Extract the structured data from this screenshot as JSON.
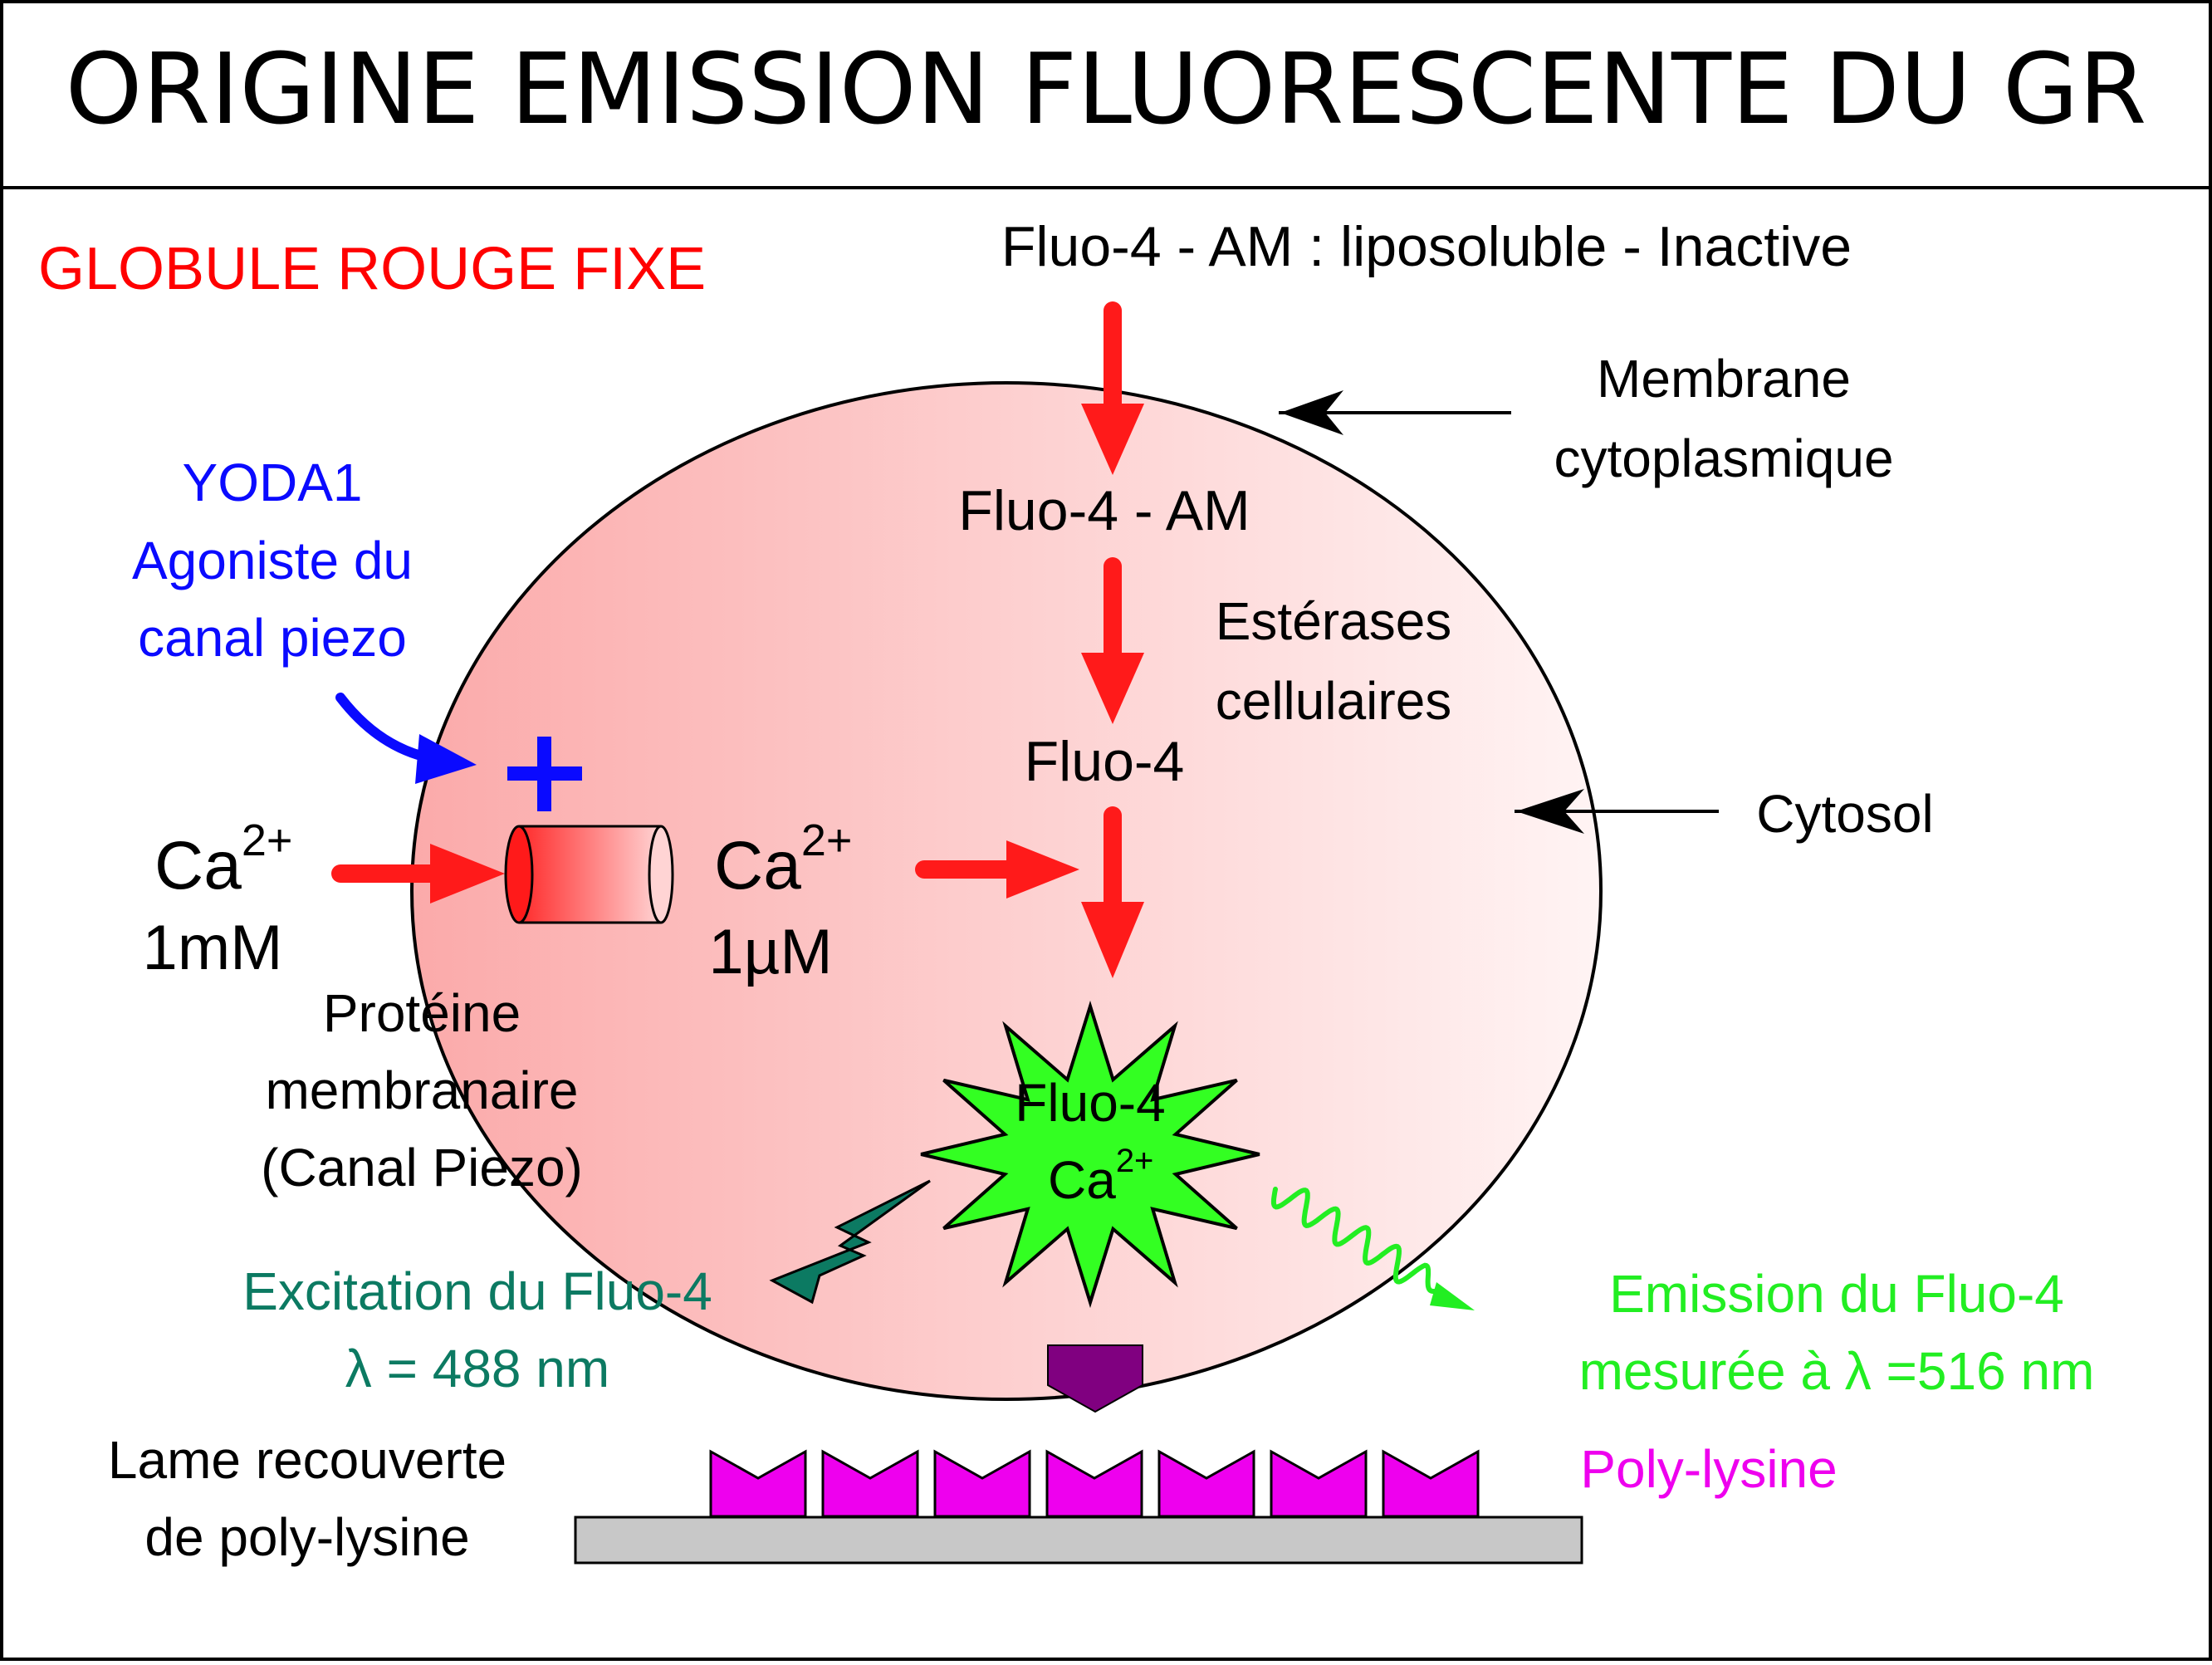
{
  "title": "ORIGINE EMISSION FLUORESCENTE DU GR",
  "subtitle": "GLOBULE ROUGE FIXE",
  "fluo_am_outside": "Fluo-4 - AM : liposoluble - Inactive",
  "fluo_am_inside": "Fluo-4 - AM",
  "esterases": {
    "line1": "Estérases",
    "line2": "cellulaires"
  },
  "fluo4": "Fluo-4",
  "complex": {
    "line1": "Fluo-4",
    "ca": "Ca",
    "charge": "2+"
  },
  "membrane_label": {
    "line1": "Membrane",
    "line2": "cytoplasmique"
  },
  "cytosol_label": "Cytosol",
  "yoda": {
    "line1": "YODA1",
    "line2": "Agoniste du",
    "line3": "canal piezo",
    "plus": "+"
  },
  "ca_outside": {
    "ion": "Ca",
    "charge": "2+",
    "conc": "1mM"
  },
  "ca_inside": {
    "ion": "Ca",
    "charge": "2+",
    "conc": "1µM"
  },
  "protein_label": {
    "line1": "Protéine",
    "line2": "membranaire",
    "line3": "(Canal Piezo)"
  },
  "excitation": {
    "line1": "Excitation du Fluo-4",
    "line2": "λ = 488 nm"
  },
  "emission": {
    "line1": "Emission du Fluo-4",
    "line2": "mesurée à λ =516 nm"
  },
  "slide_label": {
    "line1": "Lame recouverte",
    "line2": "de poly-lysine"
  },
  "polylysine_label": "Poly-lysine",
  "polylysine_count": 7,
  "colors": {
    "red_arrow": "#ff1a1a",
    "subtitle": "#ff0000",
    "yoda_blue": "#0a0aff",
    "excitation_teal": "#0c7a62",
    "emission_green": "#22ee22",
    "polylysine_magenta": "#ee00ee",
    "linker_purple": "#800080",
    "slide_gray": "#c8c8c8",
    "cell_fill_left": "#fbaaaa",
    "cell_fill_right": "#fff4f4",
    "complex_green": "#33ff22"
  }
}
